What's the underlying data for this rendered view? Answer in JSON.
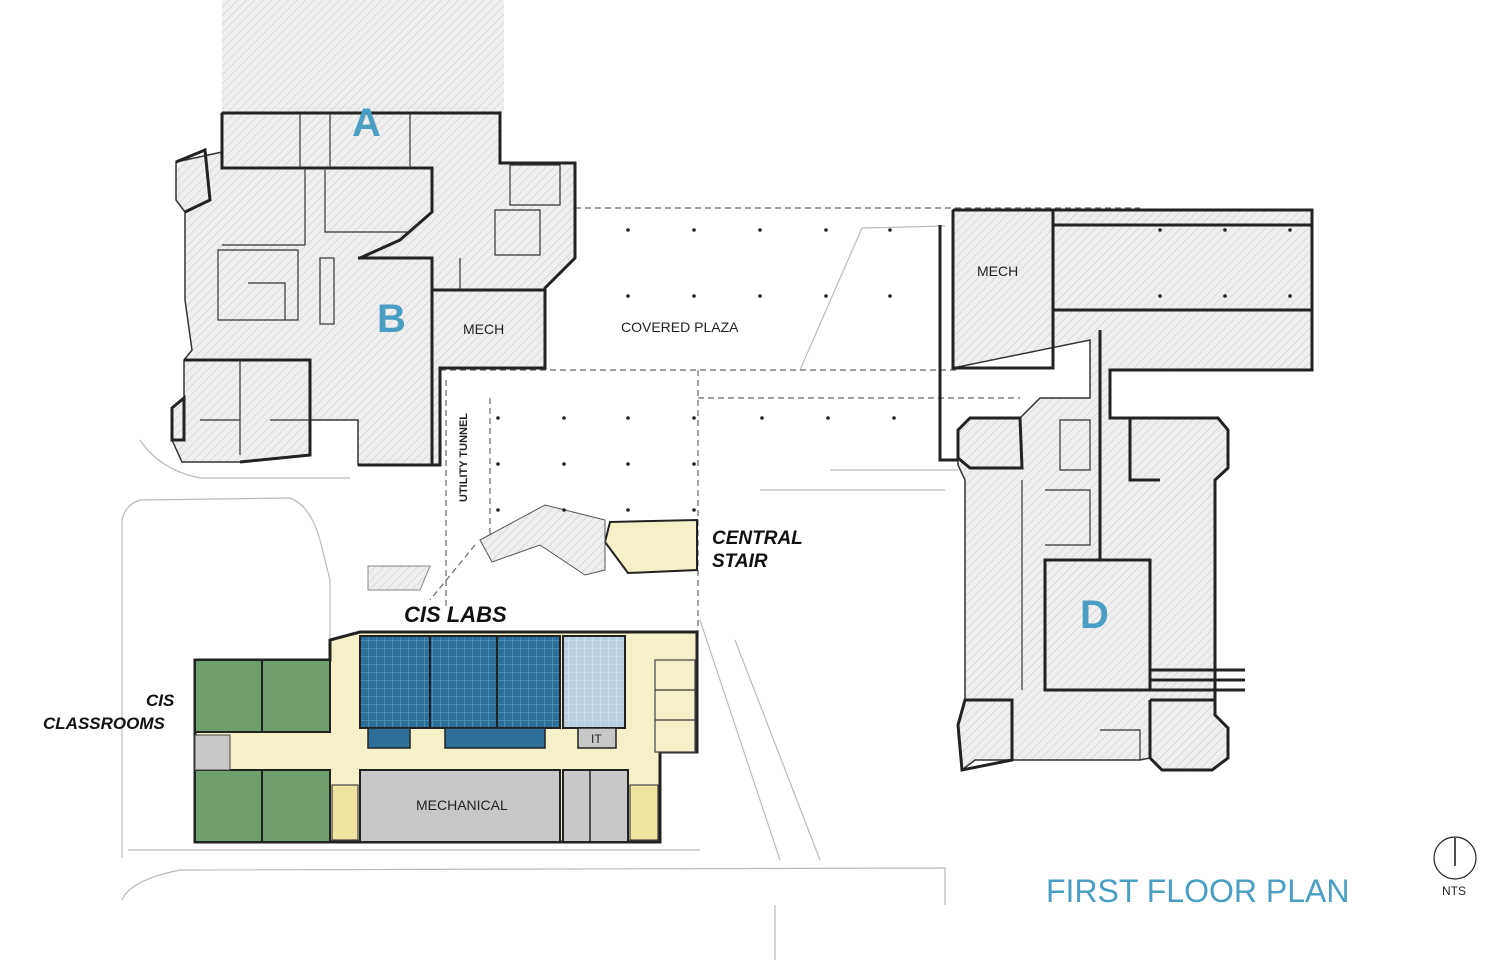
{
  "title": "FIRST FLOOR PLAN",
  "scale_note": "NTS",
  "buildings": {
    "a": "A",
    "b": "B",
    "d": "D"
  },
  "rooms": {
    "mech_b": "MECH",
    "mech_d": "MECH",
    "covered_plaza": "COVERED PLAZA",
    "utility_tunnel": "UTILITY TUNNEL",
    "mechanical": "MECHANICAL",
    "it": "IT"
  },
  "callouts": {
    "central_stair_1": "CENTRAL",
    "central_stair_2": "STAIR",
    "cis_labs": "CIS LABS",
    "cis_classrooms_1": "CIS",
    "cis_classrooms_2": "CLASSROOMS"
  },
  "colors": {
    "title": "#4a9ec4",
    "lab_dark_blue": "#2e6f99",
    "lab_light_blue": "#b9cfe0",
    "classroom_green": "#6e9e6e",
    "corridor_yellow": "#f6f0c8",
    "mechanical_gray": "#c8c8c8"
  }
}
